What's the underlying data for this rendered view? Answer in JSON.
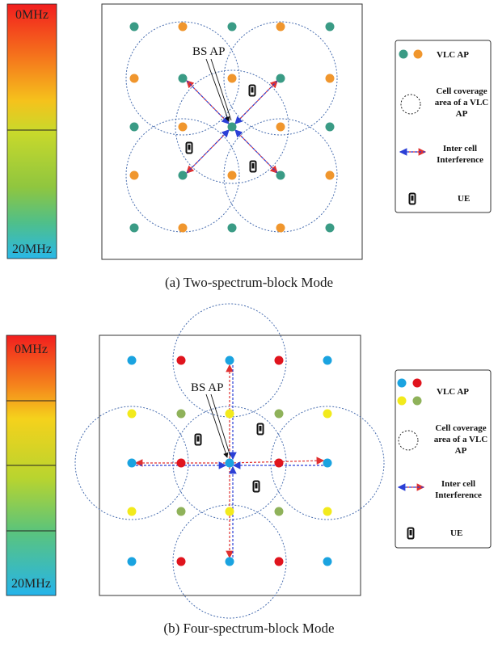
{
  "top": {
    "scale": {
      "top_label": "0MHz",
      "bottom_label": "20MHz"
    },
    "bs_label": "BS AP",
    "caption": "(a)  Two-spectrum-block Mode",
    "legend": {
      "vlc": "VLC AP",
      "cell_lines": [
        "Cell coverage",
        "area of a VLC",
        "AP"
      ],
      "interference_lines": [
        "Inter cell",
        "Interference"
      ],
      "ue": "UE"
    },
    "colors": {
      "teal": "#3a9b85",
      "orange": "#f0962d",
      "circle": "#4a6fb0",
      "arrow_red": "#e03131",
      "arrow_blue": "#2b3fd6"
    }
  },
  "bottom": {
    "scale": {
      "top_label": "0MHz",
      "bottom_label": "20MHz"
    },
    "bs_label": "BS AP",
    "caption": "(b)  Four-spectrum-block Mode",
    "legend": {
      "vlc": "VLC AP",
      "cell_lines": [
        "Cell coverage",
        "area of a VLC",
        "AP"
      ],
      "interference_lines": [
        "Inter cell",
        "Interference"
      ],
      "ue": "UE"
    },
    "colors": {
      "blue": "#1aa3e0",
      "red": "#e0141d",
      "yellow": "#f2ea1c",
      "green": "#8fb25a"
    }
  }
}
